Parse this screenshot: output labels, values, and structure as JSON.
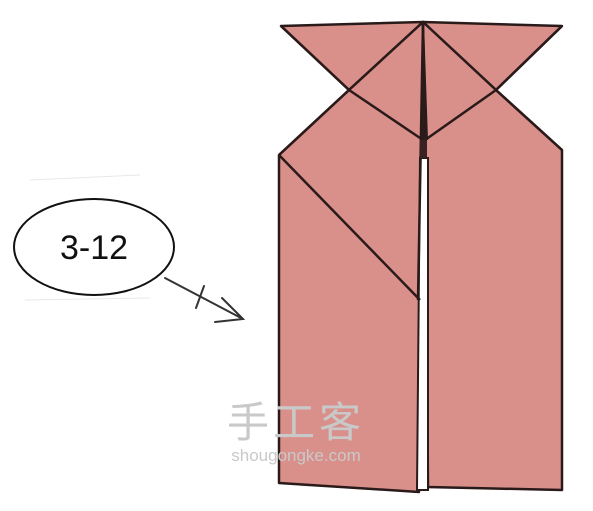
{
  "diagram": {
    "step_label": "3-12",
    "paper_color": "#d9908b",
    "line_color": "#2a1a1a",
    "arrow_color": "#333333"
  },
  "watermark": {
    "brand_cn": "手工客",
    "brand_url": "shougongke.com"
  }
}
